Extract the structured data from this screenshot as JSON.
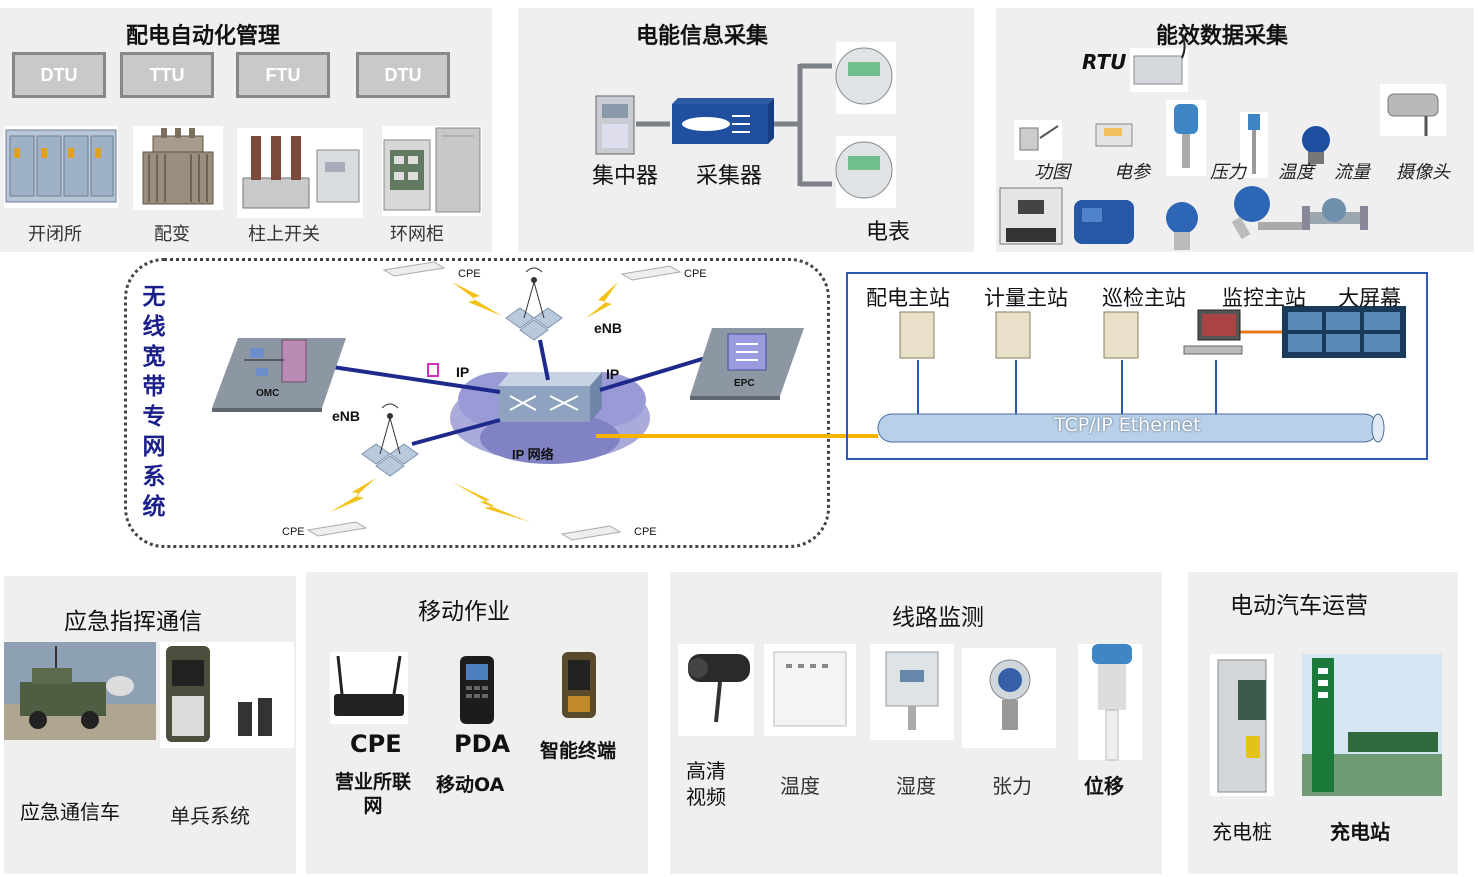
{
  "top_panels": {
    "distribution": {
      "title": "配电自动化管理",
      "tags": [
        "DTU",
        "TTU",
        "FTU",
        "DTU"
      ],
      "devices": [
        "开闭所",
        "配变",
        "柱上开关",
        "环网柜"
      ]
    },
    "energy_info": {
      "title": "电能信息采集",
      "concentrator": "集中器",
      "collector": "采集器",
      "meter": "电表"
    },
    "efficiency": {
      "title": "能效数据采集",
      "rtu": "RTU",
      "items": [
        "功图",
        "电参",
        "压力",
        "温度",
        "流量",
        "摄像头"
      ]
    }
  },
  "wireless": {
    "title_chars": [
      "无",
      "线",
      "宽",
      "带",
      "专",
      "网",
      "系",
      "统"
    ],
    "cpe": "CPE",
    "enb": "eNB",
    "omc": "OMC",
    "epc": "EPC",
    "ip": "IP",
    "ip_network": "IP 网络"
  },
  "stations": {
    "items": [
      "配电主站",
      "计量主站",
      "巡检主站",
      "监控主站",
      "大屏幕"
    ],
    "bus": "TCP/IP Ethernet"
  },
  "bottom_panels": {
    "emergency": {
      "title": "应急指挥通信",
      "items": [
        "应急通信车",
        "单兵系统"
      ]
    },
    "mobile": {
      "title": "移动作业",
      "cpe": "CPE",
      "pda": "PDA",
      "terminal": "智能终端",
      "cpe_desc": "营业所联网",
      "pda_desc": "移动OA"
    },
    "line": {
      "title": "线路监测",
      "items": [
        "高清视频",
        "温度",
        "湿度",
        "张力",
        "位移"
      ]
    },
    "ev": {
      "title": "电动汽车运营",
      "items": [
        "充电桩",
        "充电站"
      ]
    }
  },
  "colors": {
    "panel_bg": "#efefef",
    "link_blue": "#1d2a8c",
    "orange_link": "#f5b400",
    "lightning": "#f3c21a",
    "station_border": "#2b5bb0",
    "title_blue": "#1b1f8a"
  }
}
